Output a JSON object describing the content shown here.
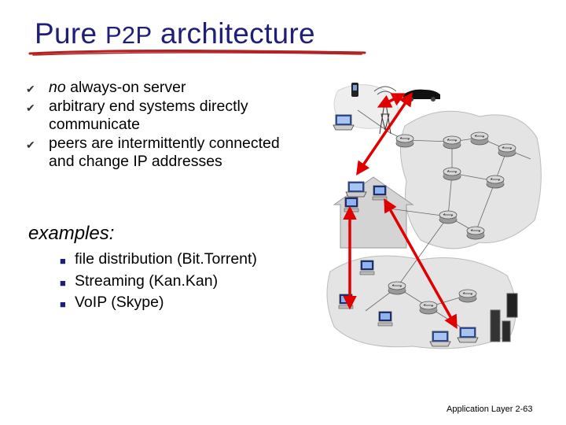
{
  "slide": {
    "title_part1": "Pure ",
    "title_part2": "P2P",
    "title_part3": " architecture",
    "bullets": [
      {
        "italic": "no",
        "text": " always-on server"
      },
      {
        "italic": "",
        "text": "arbitrary end systems directly communicate"
      },
      {
        "italic": "",
        "text": "peers are intermittently connected and change IP addresses"
      }
    ],
    "examples_label": "examples:",
    "examples": [
      "file distribution (Bit.Torrent)",
      "Streaming (Kan.Kan)",
      "VoIP (Skype)"
    ],
    "footer_label": "Application Layer",
    "page_number": "2-63"
  },
  "colors": {
    "title": "#1f1f7a",
    "underline": "#b22222",
    "p2p_arrow": "#e00000",
    "network_cloud": "#e4e4e4"
  },
  "icons": {
    "bullet": "diamond-checkmark-bullet",
    "sub_bullet": "square-bullet",
    "nodes": [
      "smartphone-icon",
      "car-icon",
      "cell-tower-icon",
      "laptop-icon",
      "router-icon",
      "house-icon",
      "server-rack-icon"
    ]
  }
}
